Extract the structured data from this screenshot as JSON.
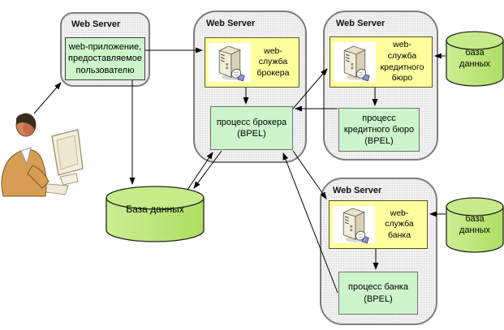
{
  "containers": [
    {
      "id": "ws-client",
      "title": "Web Server"
    },
    {
      "id": "ws-broker",
      "title": "Web Server"
    },
    {
      "id": "ws-credit",
      "title": "Web Server"
    },
    {
      "id": "ws-bank",
      "title": "Web Server"
    }
  ],
  "boxes": {
    "web_app": {
      "label": "web-приложение,\nпредоставляемое\nпользователю"
    },
    "broker_service": {
      "label": "web-\nслужба\nброкера"
    },
    "broker_process": {
      "label": "процесс брокера\n(BPEL)"
    },
    "credit_service": {
      "label": "web-\nслужба\nкредитного\nбюро"
    },
    "credit_process": {
      "label": "процесс\nкредитного бюро\n(BPEL)"
    },
    "bank_service": {
      "label": "web-\nслужба\nбанка"
    },
    "bank_process": {
      "label": "процесс банка\n(BPEL)"
    }
  },
  "databases": {
    "main": {
      "label": "База данных"
    },
    "credit": {
      "label": "база\nданных"
    },
    "bank": {
      "label": "база\nданных"
    }
  },
  "edges": [
    {
      "from": "пользователь",
      "to": "web-приложение"
    },
    {
      "from": "web-приложение",
      "to": "web-служба брокера"
    },
    {
      "from": "web-приложение",
      "to": "База данных"
    },
    {
      "from": "web-служба брокера",
      "to": "процесс брокера (BPEL)"
    },
    {
      "from": "процесс брокера (BPEL)",
      "to": "База данных"
    },
    {
      "from": "База данных",
      "to": "процесс брокера (BPEL)"
    },
    {
      "from": "процесс брокера (BPEL)",
      "to": "web-служба кредитного бюро"
    },
    {
      "from": "web-служба кредитного бюро",
      "to": "процесс кредитного бюро (BPEL)"
    },
    {
      "from": "процесс кредитного бюро (BPEL)",
      "to": "процесс брокера (BPEL)"
    },
    {
      "from": "база данных (кредитное бюро)",
      "to": "web-служба кредитного бюро"
    },
    {
      "from": "процесс брокера (BPEL)",
      "to": "web-служба банка"
    },
    {
      "from": "web-служба банка",
      "to": "процесс банка (BPEL)"
    },
    {
      "from": "процесс банка (BPEL)",
      "to": "процесс брокера (BPEL)"
    },
    {
      "from": "база данных (банк)",
      "to": "web-служба банка"
    }
  ],
  "colors": {
    "container_fill": "#ededed",
    "container_border": "#7d7d7d",
    "service_fill": "#ffff9e",
    "process_fill": "#cdf5cc",
    "database_fill": "#c3eb87",
    "arrow": "#000000"
  }
}
